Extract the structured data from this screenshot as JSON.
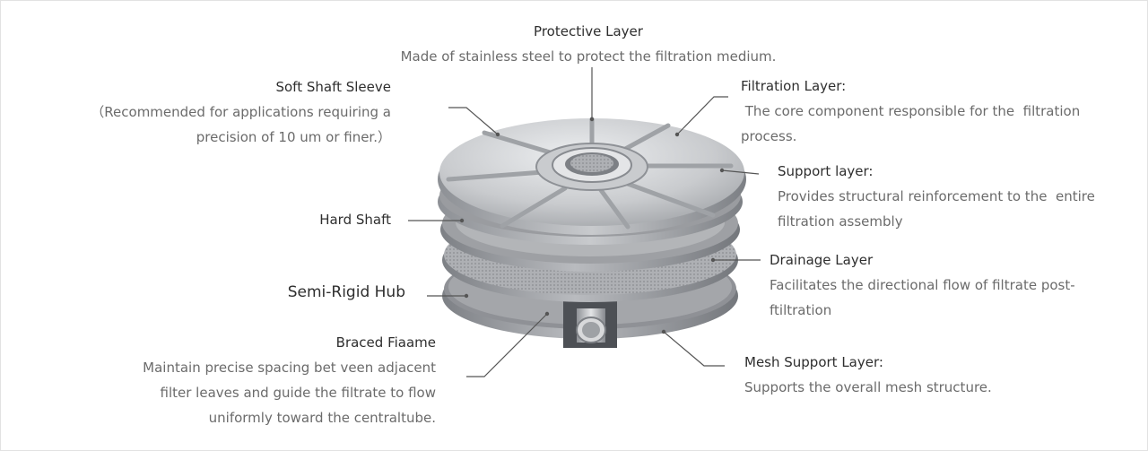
{
  "labels": {
    "protective": {
      "title": "Protective Layer",
      "desc": "Made of stainless steel to protect the filtration medium."
    },
    "soft_shaft": {
      "title": "Soft Shaft Sleeve",
      "desc_line1": "（Recommended for applications requiring a",
      "desc_line2": "precision of 10 um or finer.）"
    },
    "hard_shaft": {
      "title": "Hard Shaft"
    },
    "semi_rigid": {
      "title": "Semi-Rigid Hub"
    },
    "braced": {
      "title": "Braced Fiaame",
      "desc_line1": "Maintain precise spacing bet veen adjacent",
      "desc_line2": "filter leaves and guide the filtrate to flow",
      "desc_line3": "uniformly toward the centraltube."
    },
    "filtration": {
      "title": "Filtration Layer:",
      "desc_line1": " The core component responsible for the  filtration",
      "desc_line2": "process."
    },
    "support": {
      "title": "Support layer:",
      "desc_line1": "Provides structural reinforcement to the  entire",
      "desc_line2": "filtration assembly"
    },
    "drainage": {
      "title": "Drainage Layer",
      "desc_line1": "Facilitates the directional flow of filtrate post-",
      "desc_line2": "ftiltration"
    },
    "mesh_support": {
      "title": "Mesh Support Layer:",
      "desc": "Supports the overall mesh structure."
    }
  },
  "colors": {
    "text_title": "#2e2e2e",
    "text_desc": "#6b6b6b",
    "leader_line": "#555555",
    "metal_light": "#d9dadc",
    "metal_mid": "#a7a9ad",
    "metal_dark": "#6e7075"
  }
}
